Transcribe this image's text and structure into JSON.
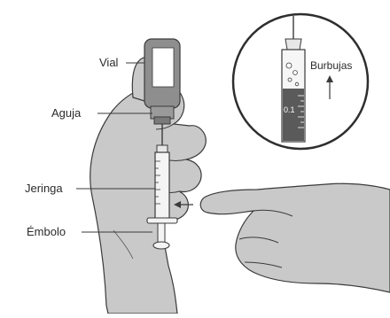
{
  "labels": {
    "vial": "Vial",
    "needle": "Aguja",
    "syringe": "Jeringa",
    "plunger": "Émbolo",
    "bubbles": "Burbujas"
  },
  "magnifier": {
    "scale_mark": "0.1"
  },
  "colors": {
    "skin": "#c9c9c9",
    "skin_outline": "#3a3a3a",
    "vial_body": "#8e8e8e",
    "line": "#333333",
    "background": "#ffffff"
  },
  "icons": [
    "arrow-up-icon",
    "arrow-left-icon"
  ]
}
